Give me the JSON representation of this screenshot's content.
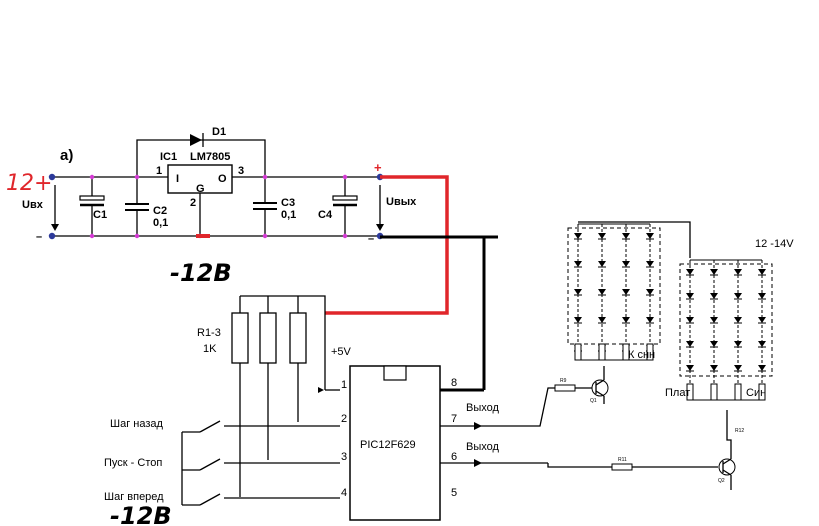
{
  "regulator": {
    "section_label": "а)",
    "ic_label": "IC1",
    "ic_part": "LM7805",
    "ic_pin_in": "I",
    "ic_pin_gnd": "G",
    "ic_pin_out": "O",
    "pin1": "1",
    "pin2": "2",
    "pin3": "3",
    "diode_label": "D1",
    "input_label": "Uвх",
    "output_label": "Uвых",
    "plus_mark": "+",
    "minus_left": "–",
    "minus_right": "–",
    "c1_label": "C1",
    "c2_label": "C2",
    "c2_value": "0,1",
    "c3_label": "C3",
    "c3_value": "0,1",
    "c4_label": "C4",
    "input_voltage_hand": "12+",
    "ground_hand": "-12В"
  },
  "controller": {
    "mcu_label": "PIC12F629",
    "pins": {
      "p1": "1",
      "p2": "2",
      "p3": "3",
      "p4": "4",
      "p5": "5",
      "p6": "6",
      "p7": "7",
      "p8": "8"
    },
    "resistor_label": "R1-3",
    "resistor_value": "1K",
    "vcc_label": "+5V",
    "out1_label": "Выход",
    "out2_label": "Выход",
    "btn_back": "Шаг назад",
    "btn_startstop": "Пуск - Стоп",
    "btn_forward": "Шаг вперед",
    "ground_hand": "-12В"
  },
  "led_blocks": {
    "supply_label": "12 -14V",
    "block1_caption": "К снн",
    "block2_caption_left": "Плат",
    "block2_caption_right": "Син",
    "transistor1_label": "Q1",
    "transistor2_label": "Q2",
    "r_base1": "R9",
    "r_base2": "R11",
    "r_emit2": "R12"
  }
}
